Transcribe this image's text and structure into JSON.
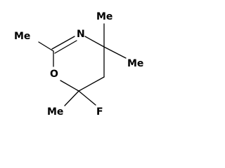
{
  "molecule": {
    "atoms": {
      "nitrogen": "N",
      "oxygen": "O",
      "fluorine": "F",
      "methyl_c2": "Me",
      "methyl_c4_top": "Me",
      "methyl_c4_right": "Me",
      "methyl_c6": "Me"
    },
    "bond_line_color": "#000000",
    "label_color": "#000000"
  }
}
